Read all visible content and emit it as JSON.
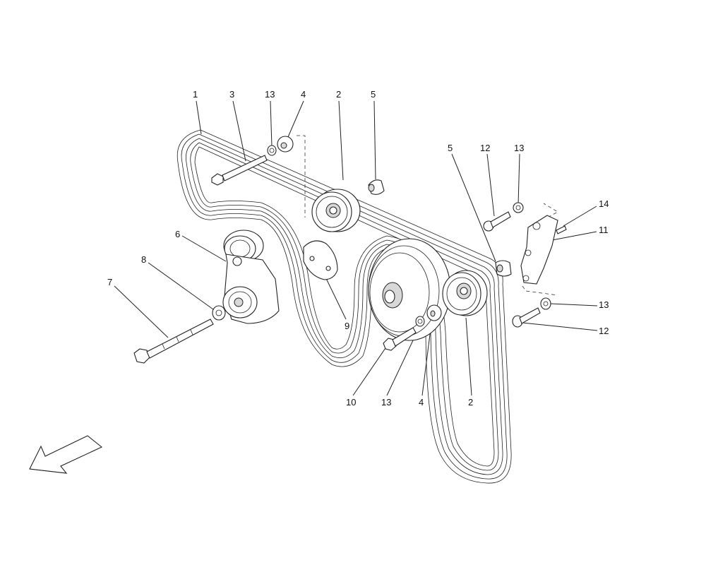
{
  "callouts": [
    {
      "id": "c1",
      "text": "1"
    },
    {
      "id": "c3",
      "text": "3"
    },
    {
      "id": "c13a",
      "text": "13"
    },
    {
      "id": "c4a",
      "text": "4"
    },
    {
      "id": "c2a",
      "text": "2"
    },
    {
      "id": "c5a",
      "text": "5"
    },
    {
      "id": "c5b",
      "text": "5"
    },
    {
      "id": "c12a",
      "text": "12"
    },
    {
      "id": "c13b",
      "text": "13"
    },
    {
      "id": "c14",
      "text": "14"
    },
    {
      "id": "c11",
      "text": "11"
    },
    {
      "id": "c6",
      "text": "6"
    },
    {
      "id": "c8",
      "text": "8"
    },
    {
      "id": "c7",
      "text": "7"
    },
    {
      "id": "c9",
      "text": "9"
    },
    {
      "id": "c13c",
      "text": "13"
    },
    {
      "id": "c12b",
      "text": "12"
    },
    {
      "id": "c10",
      "text": "10"
    },
    {
      "id": "c13d",
      "text": "13"
    },
    {
      "id": "c4b",
      "text": "4"
    },
    {
      "id": "c2b",
      "text": "2"
    }
  ]
}
